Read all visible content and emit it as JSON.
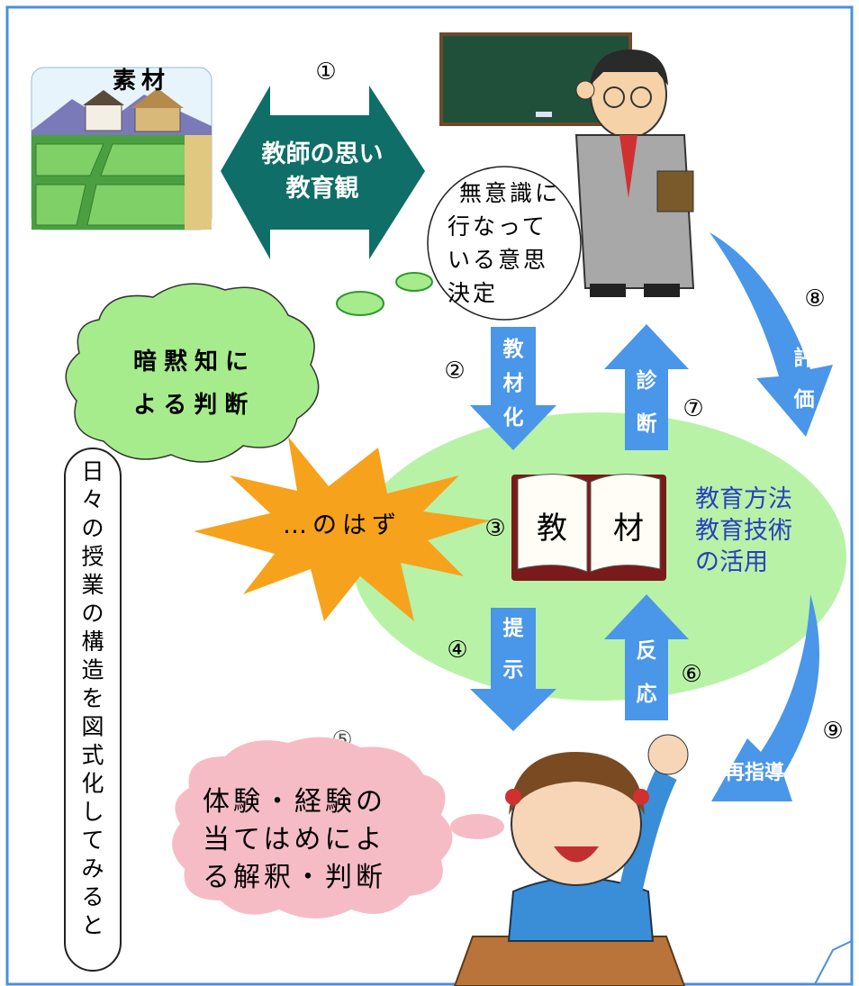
{
  "diagram": {
    "material_label": "素材",
    "central_label_line1": "教師の思い",
    "central_label_line2": "教育観",
    "unconscious_lines": [
      "無意識に",
      "行なって",
      "いる意思",
      "決定"
    ],
    "tacit_lines": [
      "暗黙知に",
      "よる判断"
    ],
    "vertical_caption": [
      "日",
      "々",
      "の",
      "授",
      "業",
      "の",
      "構",
      "造",
      "を",
      "図",
      "式",
      "化",
      "し",
      "て",
      "み",
      "る",
      "と"
    ],
    "burst_label": "…のはず",
    "textbook_label_left": "教",
    "textbook_label_right": "材",
    "methods_lines": [
      "教育方法",
      "教育技術",
      "の活用"
    ],
    "experience_lines": [
      "体験・経験の",
      "当てはめによ",
      "る解釈・判断"
    ],
    "arrows": {
      "kyozaika": [
        "教",
        "材",
        "化"
      ],
      "shindan": [
        "診",
        "断"
      ],
      "hyoka": [
        "評",
        "価"
      ],
      "teiji": [
        "提",
        "示"
      ],
      "hanno": [
        "反",
        "応"
      ],
      "saishido": "再指導"
    },
    "numbers": {
      "n1": "①",
      "n2": "②",
      "n3": "③",
      "n4": "④",
      "n5": "⑤",
      "n6": "⑥",
      "n7": "⑦",
      "n8": "⑧",
      "n9": "⑨"
    },
    "colors": {
      "frame": "#4a90d9",
      "teal_arrow": "#0f6e67",
      "blue_arrow": "#4a96e8",
      "green_ellipse": "#b8f2a6",
      "green_cloud": "#a6ec8c",
      "pink_cloud": "#f6bcc6",
      "burst": "#f7a21c",
      "methods_text": "#2a3fc4"
    }
  }
}
